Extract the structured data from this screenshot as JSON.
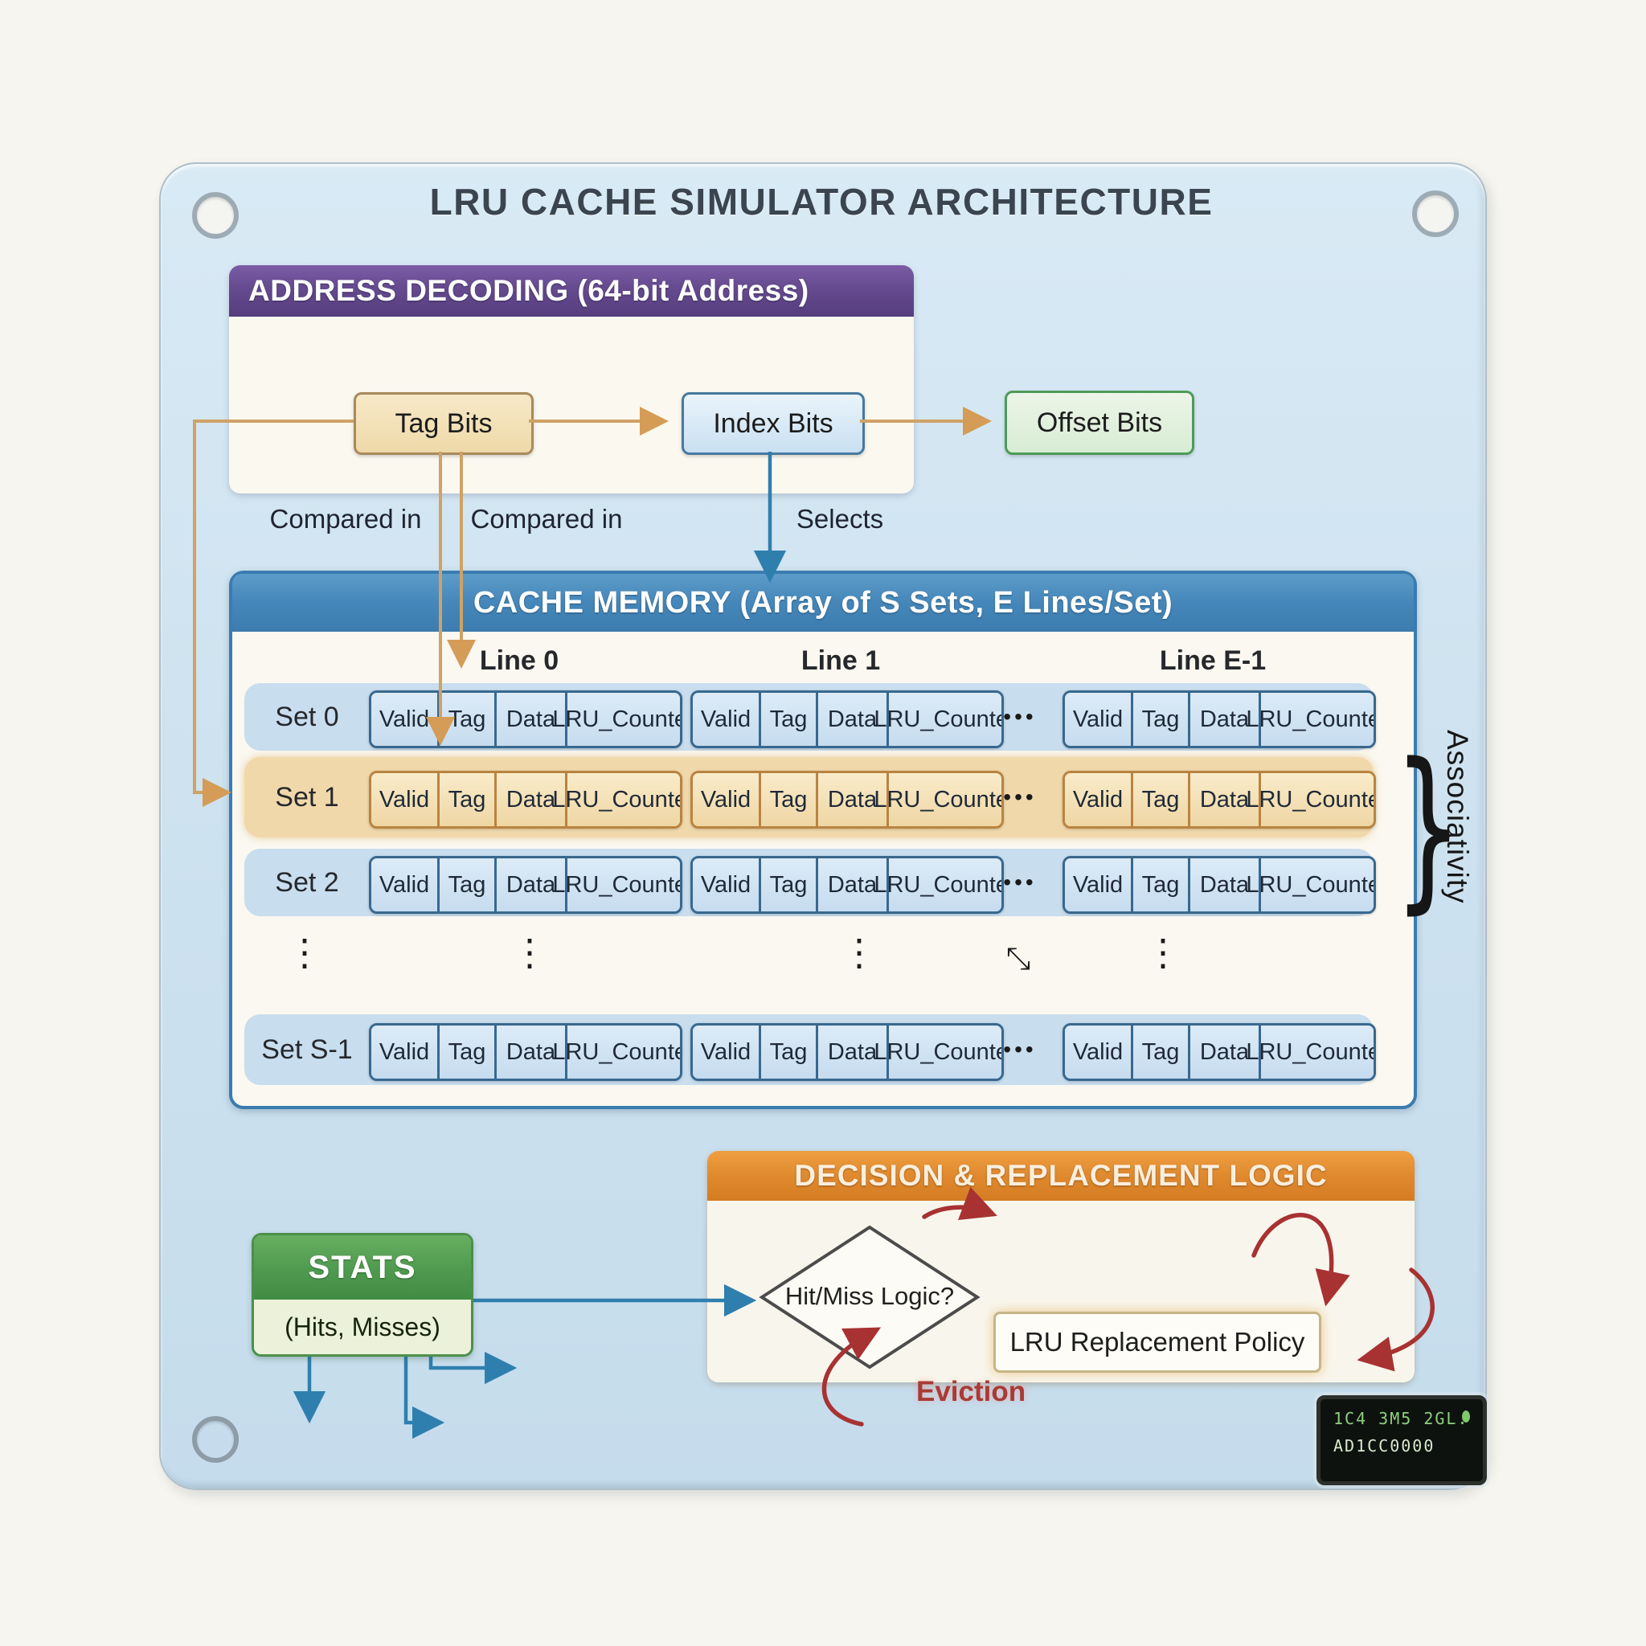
{
  "title": "LRU CACHE SIMULATOR ARCHITECTURE",
  "address_decoding": {
    "header": "ADDRESS DECODING (64-bit Address)",
    "tag_bits": "Tag Bits",
    "index_bits": "Index Bits",
    "offset_bits": "Offset Bits",
    "compared_in_left": "Compared in",
    "compared_in_right": "Compared in",
    "selects": "Selects"
  },
  "cache_memory": {
    "header": "CACHE MEMORY (Array of S Sets, E Lines/Set)",
    "line_headers": [
      "Line 0",
      "Line 1",
      "Line E-1"
    ],
    "cell_fields": [
      "Valid",
      "Tag",
      "Data",
      "LRU_Counter"
    ],
    "rows": [
      {
        "label": "Set 0",
        "highlight": false
      },
      {
        "label": "Set 1",
        "highlight": true
      },
      {
        "label": "Set 2",
        "highlight": false
      },
      {
        "label": "Set S-1",
        "highlight": false
      }
    ],
    "ellipsis": "•••",
    "vertical_ellipsis": "⋮",
    "diagonal_ellipsis": "⤡",
    "associativity_label": "Associativity",
    "associativity_brace": "}"
  },
  "decision_logic": {
    "header": "DECISION & REPLACEMENT LOGIC",
    "hit_miss_label": "Hit/Miss Logic?",
    "policy_label": "LRU Replacement Policy",
    "eviction_label": "Eviction"
  },
  "stats": {
    "header": "STATS",
    "subtitle": "(Hits, Misses)"
  },
  "lcd_display": {
    "line1": "1C4 3M5 2GL.",
    "line2": "AD1CC0000"
  },
  "colors": {
    "panel_blue": "#cfe3f0",
    "purple_header": "#654a8f",
    "cache_blue": "#4587ba",
    "orange_header": "#e0892e",
    "stats_green": "#4f9a4f",
    "tan_arrow": "#cfa266",
    "link_blue": "#2e7fae",
    "red_arrow": "#a83232"
  }
}
